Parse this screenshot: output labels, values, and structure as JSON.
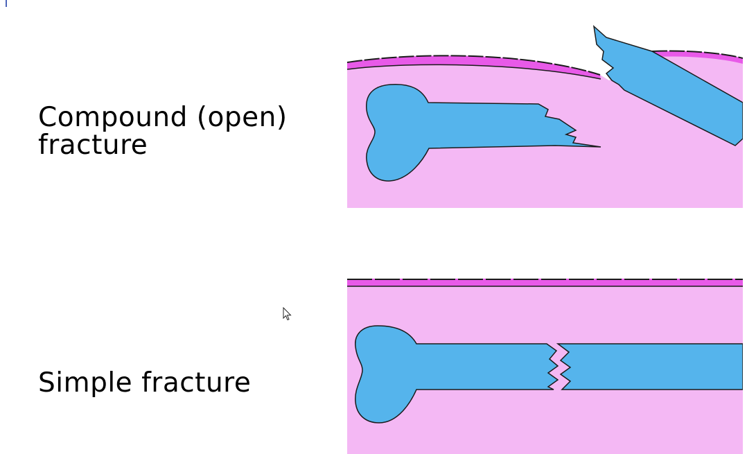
{
  "slide": {
    "labels": {
      "compound": [
        "Compound (open)",
        "fracture"
      ],
      "simple": "Simple fracture"
    }
  },
  "diagram": {
    "colors": {
      "tissue": "#f4b8f4",
      "skin": "#e85ae8",
      "bone": "#55b4ec",
      "outline": "#1a1a1a"
    },
    "panels": [
      {
        "name": "compound-open-fracture",
        "bone_state": "broken, fragment protruding through skin"
      },
      {
        "name": "simple-fracture",
        "bone_state": "broken, skin intact"
      }
    ]
  }
}
